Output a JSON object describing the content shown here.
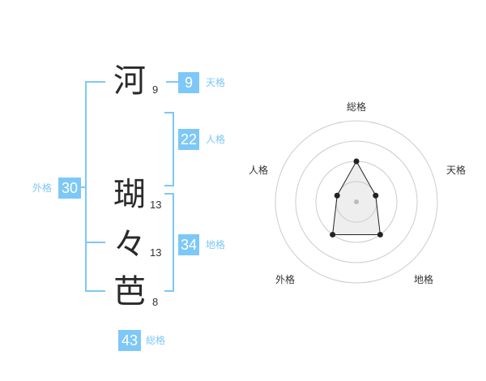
{
  "name": {
    "chars": [
      {
        "char": "河",
        "strokes": "9"
      },
      {
        "char": "瑚",
        "strokes": "13"
      },
      {
        "char": "々",
        "strokes": "13"
      },
      {
        "char": "芭",
        "strokes": "8"
      }
    ]
  },
  "fortune": {
    "tenkaku": {
      "value": "9",
      "label": "天格"
    },
    "jinkaku": {
      "value": "22",
      "label": "人格"
    },
    "chikaku": {
      "value": "34",
      "label": "地格"
    },
    "gaikaku": {
      "value": "30",
      "label": "外格"
    },
    "soukaku": {
      "value": "43",
      "label": "総格"
    }
  },
  "radar": {
    "axes": [
      "総格",
      "天格",
      "地格",
      "外格",
      "人格"
    ],
    "values": [
      2,
      1,
      2,
      2,
      1
    ],
    "max": 5,
    "line_color": "#7dc8f6"
  }
}
